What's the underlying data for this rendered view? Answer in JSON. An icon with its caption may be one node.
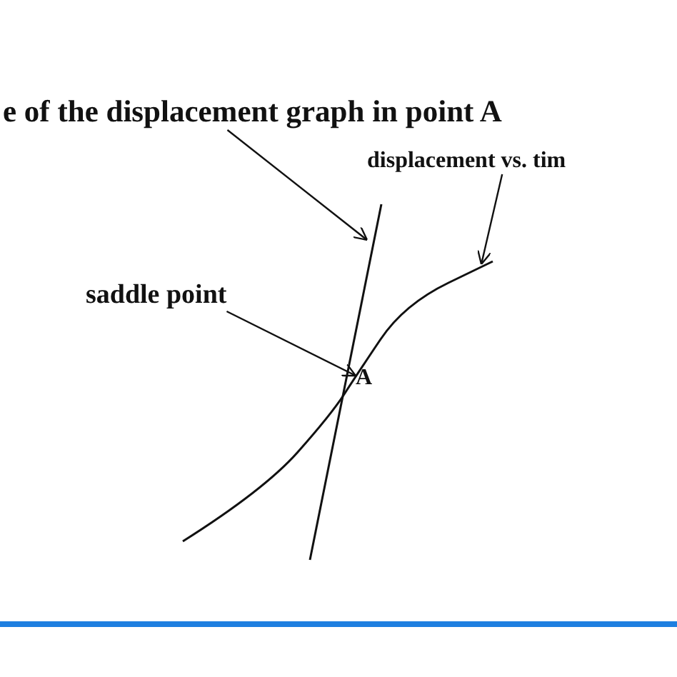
{
  "diagram": {
    "nodes": [
      {
        "text": [
          "e of the displacement graph in point A"
        ]
      },
      {
        "text": [
          "displacement vs. tim"
        ]
      },
      {
        "text": [
          "saddle point"
        ]
      },
      {
        "text": [],
        "shape": "line"
      },
      {
        "text": [],
        "shape": "curve"
      }
    ],
    "edges": [
      {
        "from": 0,
        "to": 3,
        "arrow": "to"
      },
      {
        "from": 1,
        "to": 4,
        "arrow": "to"
      },
      {
        "from": 2,
        "to": 4,
        "arrow": "to"
      }
    ],
    "labels": [
      "A"
    ]
  }
}
